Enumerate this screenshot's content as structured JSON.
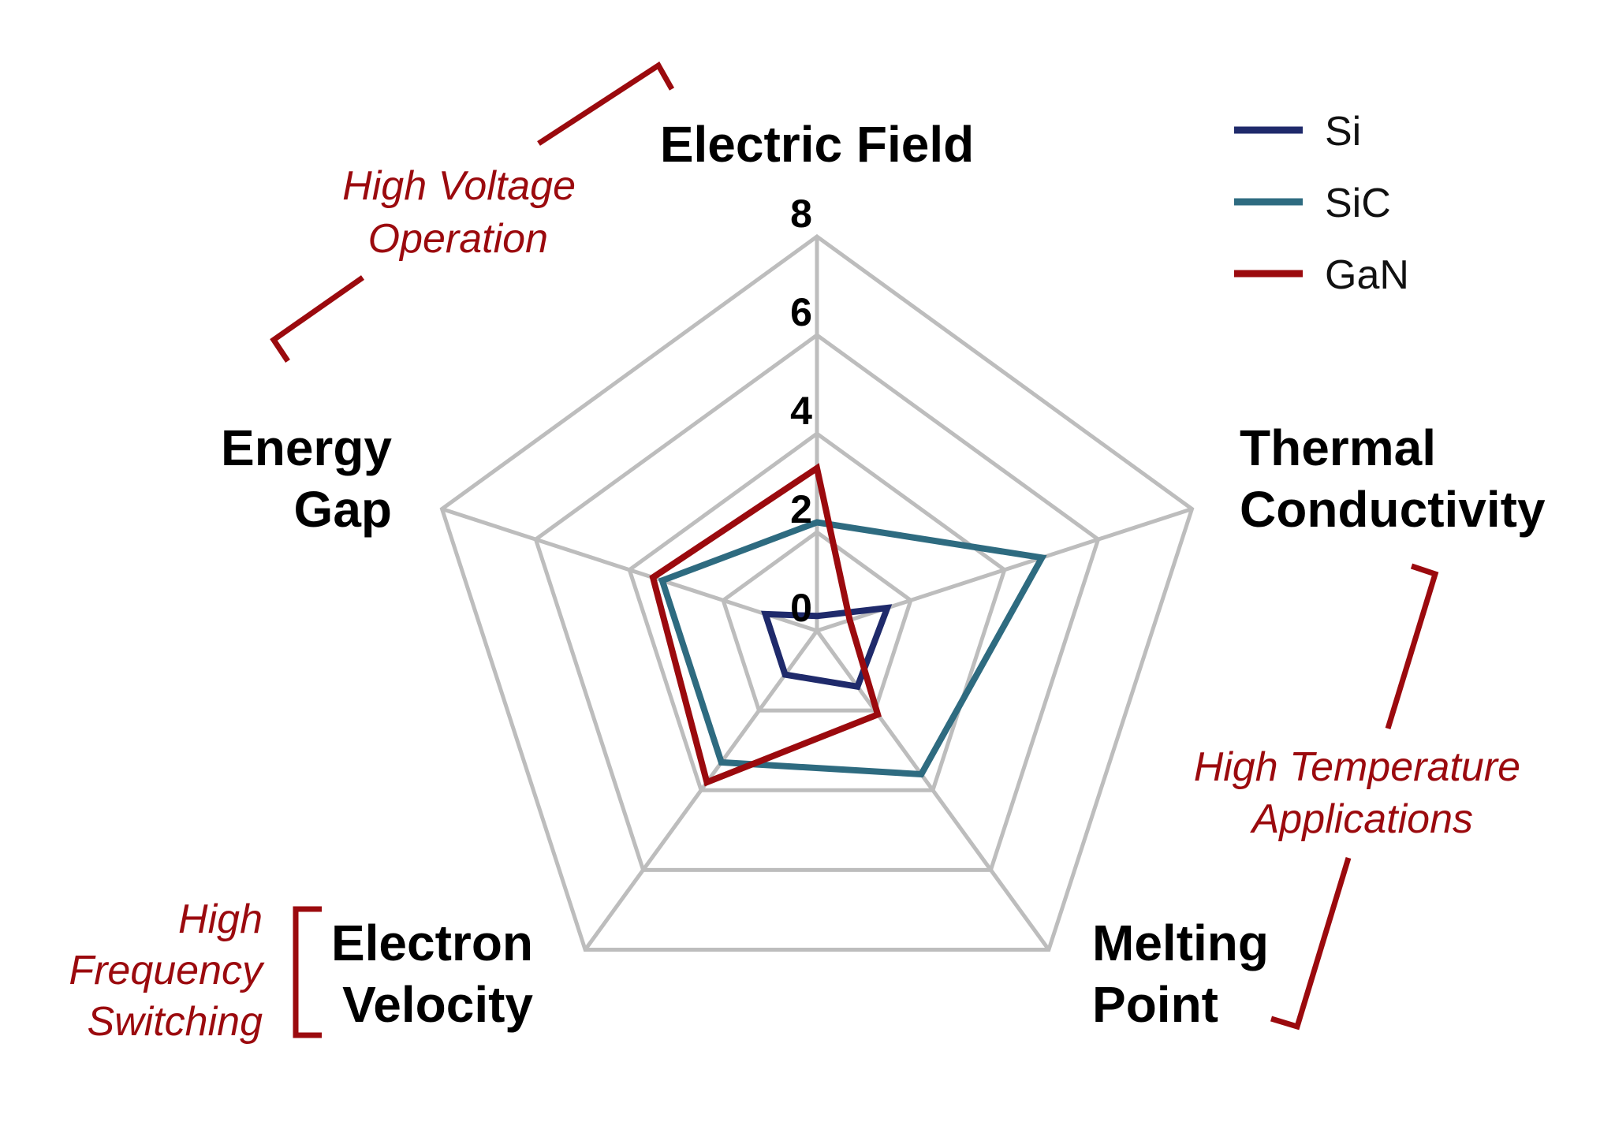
{
  "chart_data": {
    "type": "radar",
    "axes": [
      "Electric Field",
      "Thermal Conductivity",
      "Melting Point",
      "Electron Velocity",
      "Energy Gap"
    ],
    "axis_label_lines": [
      [
        "Electric Field"
      ],
      [
        "Thermal",
        "Conductivity"
      ],
      [
        "Melting",
        "Point"
      ],
      [
        "Electron",
        "Velocity"
      ],
      [
        "Energy",
        "Gap"
      ]
    ],
    "ticks": [
      "0",
      "2",
      "4",
      "6",
      "8"
    ],
    "tick_values": [
      0,
      2,
      4,
      6,
      8
    ],
    "range": [
      0,
      8
    ],
    "series": [
      {
        "name": "Si",
        "color": "#1f2a6b",
        "values": [
          0.3,
          1.5,
          1.4,
          1.1,
          1.1
        ]
      },
      {
        "name": "SiC",
        "color": "#2e6b80",
        "values": [
          2.2,
          4.8,
          3.6,
          3.3,
          3.3
        ]
      },
      {
        "name": "GaN",
        "color": "#9b0a0e",
        "values": [
          3.3,
          0.7,
          2.1,
          3.8,
          3.5
        ]
      }
    ],
    "grid": true,
    "legend": "top-right"
  },
  "annotations": {
    "color": "#9b0a0e",
    "high_voltage": [
      "High Voltage",
      "Operation"
    ],
    "high_temperature": [
      "High Temperature",
      "Applications"
    ],
    "high_frequency": [
      "High",
      "Frequency",
      "Switching"
    ]
  }
}
